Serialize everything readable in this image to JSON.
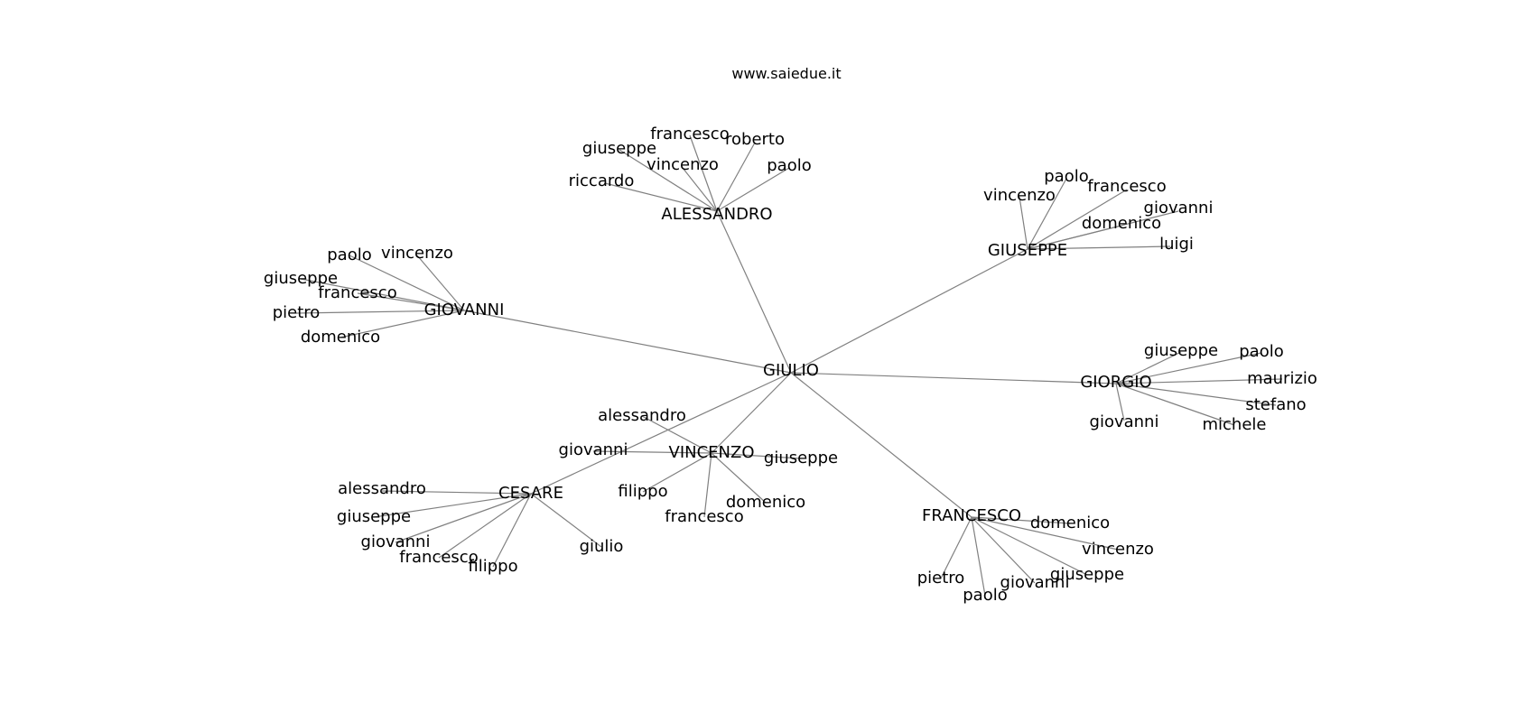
{
  "header": {
    "site": "www.saiedue.it"
  },
  "graph": {
    "center": "GIULIO",
    "hubs": [
      {
        "name": "ALESSANDRO",
        "leaves": [
          "francesco",
          "roberto",
          "giuseppe",
          "vincenzo",
          "paolo",
          "riccardo"
        ]
      },
      {
        "name": "GIUSEPPE",
        "leaves": [
          "paolo",
          "francesco",
          "vincenzo",
          "giovanni",
          "domenico",
          "luigi"
        ]
      },
      {
        "name": "GIOVANNI",
        "leaves": [
          "paolo",
          "vincenzo",
          "giuseppe",
          "francesco",
          "pietro",
          "domenico"
        ]
      },
      {
        "name": "GIORGIO",
        "leaves": [
          "giuseppe",
          "paolo",
          "maurizio",
          "stefano",
          "giovanni",
          "michele"
        ]
      },
      {
        "name": "VINCENZO",
        "leaves": [
          "alessandro",
          "giovanni",
          "giuseppe",
          "filippo",
          "domenico",
          "francesco"
        ]
      },
      {
        "name": "CESARE",
        "leaves": [
          "alessandro",
          "giuseppe",
          "giovanni",
          "francesco",
          "filippo",
          "giulio"
        ]
      },
      {
        "name": "FRANCESCO",
        "leaves": [
          "domenico",
          "vincenzo",
          "giuseppe",
          "pietro",
          "giovanni",
          "paolo"
        ]
      }
    ]
  }
}
